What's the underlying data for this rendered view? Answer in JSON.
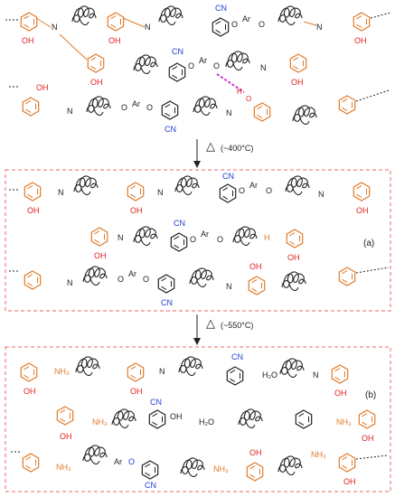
{
  "top_structure": {
    "labels": {
      "oh1": "OH",
      "oh2": "OH",
      "oh3": "OH",
      "oh4": "OH",
      "oh5": "OH",
      "cn1": "CN",
      "cn2": "CN",
      "cn3": "CN",
      "ar1": "Ar",
      "ar2": "Ar",
      "ar3": "Ar",
      "n1": "N",
      "n2": "N",
      "n3": "N",
      "n4": "N",
      "n5": "N",
      "n6": "N",
      "o1": "O",
      "o2": "O",
      "o3": "O",
      "o4": "O",
      "o5": "O",
      "o6": "O",
      "h": "H",
      "o_hb": "O"
    }
  },
  "step1": {
    "symbol": "△",
    "label": "(~400°C)"
  },
  "panel_a": {
    "tag": "(a)",
    "labels": {
      "oh1": "OH",
      "oh2": "OH",
      "oh3": "OH",
      "oh4": "OH",
      "oh5": "OH",
      "oh6": "OH",
      "cn1": "CN",
      "cn2": "CN",
      "cn3": "CN",
      "ar1": "Ar",
      "ar2": "Ar",
      "ar3": "Ar",
      "n1": "N",
      "n2": "N",
      "n3": "N",
      "n4": "N",
      "n5": "N",
      "n6": "N",
      "hn": "H",
      "o1": "O",
      "o2": "O",
      "o3": "O",
      "o4": "O",
      "o5": "O",
      "o6": "O"
    }
  },
  "step2": {
    "symbol": "△",
    "label": "(~550°C)"
  },
  "panel_b": {
    "tag": "(b)",
    "labels": {
      "oh1": "OH",
      "oh2": "OH",
      "oh3": "OH",
      "oh4": "OH",
      "oh5": "OH",
      "oh6": "OH",
      "oh7": "OH",
      "nh3_1": "NH₃",
      "nh3_2": "NH₃",
      "nh3_3": "NH₃",
      "nh3_4": "NH₃",
      "nh3_5": "NH₃",
      "nh3_6": "NH₃",
      "h2o_1": "H₂O",
      "h2o_2": "H₂O",
      "cn1": "CN",
      "cn2": "CN",
      "cn3": "CN",
      "n1": "N",
      "n2": "N",
      "ar": "Ar",
      "o": "O"
    }
  },
  "colors": {
    "orange": "#e07b2a",
    "red": "#e0201e",
    "blue": "#1f3fd6",
    "magenta": "#cc33cc",
    "dashed_border": "#e86a6a",
    "black": "#222222"
  }
}
